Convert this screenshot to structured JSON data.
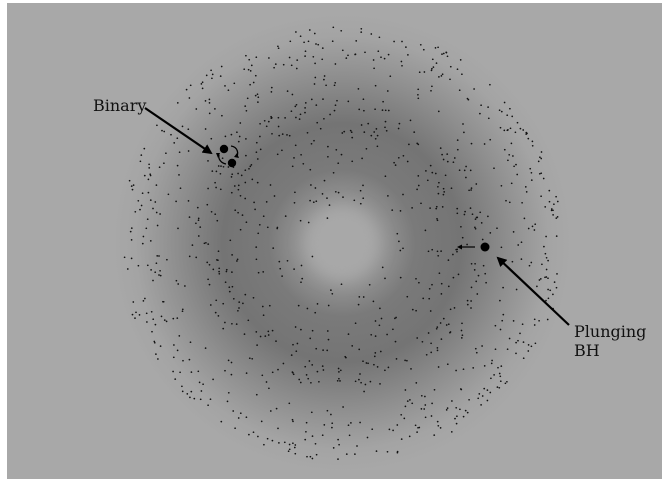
{
  "labels": {
    "binary": "Binary",
    "plunging": "Plunging",
    "bh": "BH"
  },
  "colors": {
    "background": "#a8a8a8",
    "disk_shadow": "#6a6a6a",
    "dots": "#111111",
    "arrows": "#000000"
  },
  "icons": {
    "binary_pair": "binary-black-hole-pair-icon",
    "plunging_bh": "plunging-black-hole-icon",
    "orbit_arrows": "circular-orbit-arrows-icon",
    "velocity_arrow": "left-arrow-icon"
  }
}
